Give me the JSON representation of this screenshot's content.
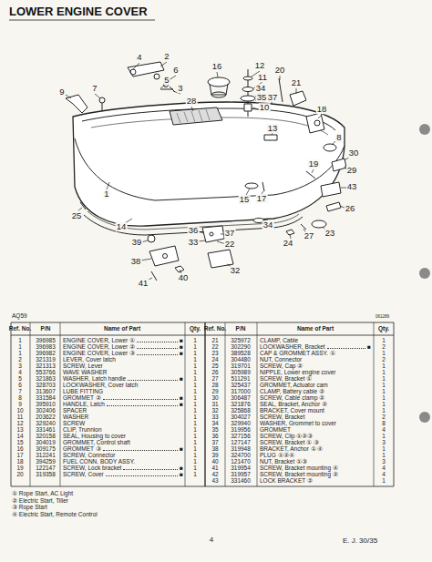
{
  "diagram": {
    "title": "LOWER ENGINE COVER",
    "labels": [
      "4",
      "2",
      "6",
      "5",
      "3",
      "7",
      "9",
      "28",
      "16",
      "12",
      "20",
      "11",
      "34",
      "35",
      "37",
      "10",
      "21",
      "18",
      "13",
      "8",
      "30",
      "19",
      "29",
      "43",
      "15",
      "17",
      "26",
      "34",
      "1",
      "25",
      "14",
      "36",
      "37",
      "33",
      "22",
      "39",
      "38",
      "23",
      "27",
      "24",
      "32",
      "40",
      "41",
      "AQ59",
      "061289",
      "Ref. No.",
      "P/N",
      "Name of Part",
      "Qty.",
      "Ref. No.",
      "P/N",
      "Name of Part",
      "Qty.",
      "1",
      "396985",
      "ENGINE COVER, Lower ①",
      "■",
      "1",
      "1",
      "396983",
      "ENGINE COVER, Lower ②",
      "■",
      "1",
      "1",
      "396982",
      "ENGINE COVER, Lower ③",
      "■",
      "1",
      "2",
      "321319",
      "LEVER, Cover latch",
      "1",
      "3",
      "321313",
      "SCREW, Lever",
      "1",
      "4",
      "553766",
      "WAVE WASHER",
      "1",
      "5",
      "321863",
      "WASHER, Latch handle",
      "■",
      "1",
      "6",
      "328703",
      "LOCKWASHER, Cover latch",
      "1",
      "7",
      "313607",
      "LUBE FITTING",
      "1",
      "8",
      "331584",
      "GROMMET ②",
      "■",
      "1",
      "9",
      "395910",
      "HANDLE, Latch",
      "■",
      "1",
      "10",
      "302406",
      "SPACER",
      "1",
      "11",
      "203622",
      "WASHER",
      "1",
      "12",
      "329240",
      "SCREW",
      "1",
      "13",
      "331461",
      "CLIP, Trunnion",
      "1",
      "14",
      "320158",
      "SEAL, Housing to cover",
      "1",
      "15",
      "304019",
      "GROMMET, Control shaft",
      "1",
      "16",
      "309175",
      "GROMMET ③",
      "■",
      "1",
      "17",
      "312241",
      "SCREW, Connector",
      "1",
      "18",
      "394259",
      "FUEL CONN. BODY ASSY.",
      "1",
      "19",
      "122147",
      "SCREW, Lock bracket",
      "■",
      "1",
      "20",
      "319358",
      "SCREW, Cover",
      "■",
      "1",
      "21",
      "325972",
      "CLAMP, Cable",
      "1",
      "22",
      "302290",
      "LOCKWASHER, Bracket",
      "■",
      "2",
      "23",
      "389528",
      "CAP & GROMMET ASSY. ①",
      "1",
      "24",
      "304480",
      "NUT, Connector",
      "2",
      "25",
      "319701",
      "SCREW, Cap ②",
      "1",
      "26",
      "305989",
      "NIPPLE, Lower engine cover",
      "1",
      "27",
      "511291",
      "SCREW, Bracket ①",
      "1",
      "28",
      "325437",
      "GROMMET, Actuator cam",
      "1",
      "29",
      "317000",
      "CLAMP, Battery cable ②",
      "1",
      "30",
      "306487",
      "SCREW, Cable clamp ②",
      "1",
      "31",
      "321876",
      "SEAL, Bracket, Anchor ②",
      "1",
      "32",
      "325868",
      "BRACKET, Cover mount",
      "1",
      "33",
      "304027",
      "SCREW, Bracket",
      "2",
      "34",
      "329940",
      "WASHER, Grommet to cover",
      "8",
      "35",
      "319956",
      "GROMMET",
      "4",
      "36",
      "327156",
      "SCREW, Clip ①②③",
      "1",
      "37",
      "127147",
      "SCREW, Bracket ① ③",
      "3",
      "38",
      "319948",
      "BRACKET, Anchor ① ④",
      "1",
      "39",
      "324700",
      "PLUG ①②④",
      "1",
      "40",
      "121470",
      "NUT, Bracket ①③",
      "3",
      "41",
      "319954",
      "SCREW, Bracket mounting ④",
      "4",
      "42",
      "319957",
      "SCREW, Bracket mounting ②",
      "4",
      "43",
      "331460",
      "LOCK BRACKET ②",
      "1",
      "① Rope Start, AC Light",
      "② Electric Start, Tiller",
      "③ Rope Start",
      "④ Electric Start, Remote Control",
      "4",
      "E. J. 30/35"
    ]
  }
}
